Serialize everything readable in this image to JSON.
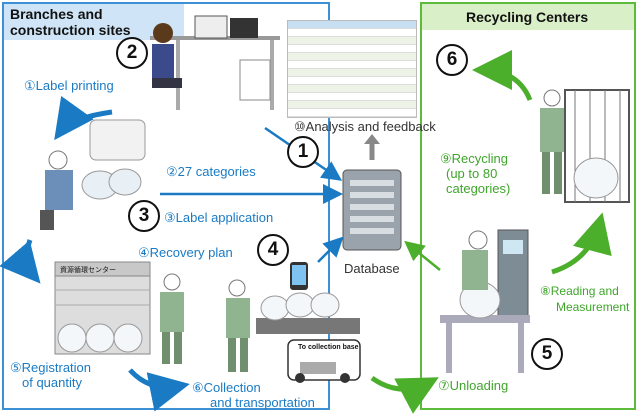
{
  "panels": {
    "left_title": "Branches and construction sites",
    "right_title": "Recycling Centers"
  },
  "steps": {
    "s1": "①Label printing",
    "s2": "②27 categories",
    "s3": "③Label application",
    "s4": "④Recovery plan",
    "s5a": "⑤Registration",
    "s5b": "of quantity",
    "s6a": "⑥Collection",
    "s6b": "and transportation",
    "s7": "⑦Unloading",
    "s8a": "⑧Reading and",
    "s8b": "Measurement",
    "s9a": "⑨Recycling",
    "s9b": "(up to 80",
    "s9c": "categories)",
    "s10": "⑩Analysis and feedback"
  },
  "badges": {
    "b1": "1",
    "b2": "2",
    "b3": "3",
    "b4": "4",
    "b5": "5",
    "b6": "6"
  },
  "database_label": "Database",
  "truck_sign": "To collection base",
  "building_sign": "資源循環センター",
  "colors": {
    "blue": "#1a7bc4",
    "green": "#4caf2b",
    "panel_blue": "#3d8fd6",
    "panel_green": "#5dbb3a",
    "gray": "#888888"
  }
}
